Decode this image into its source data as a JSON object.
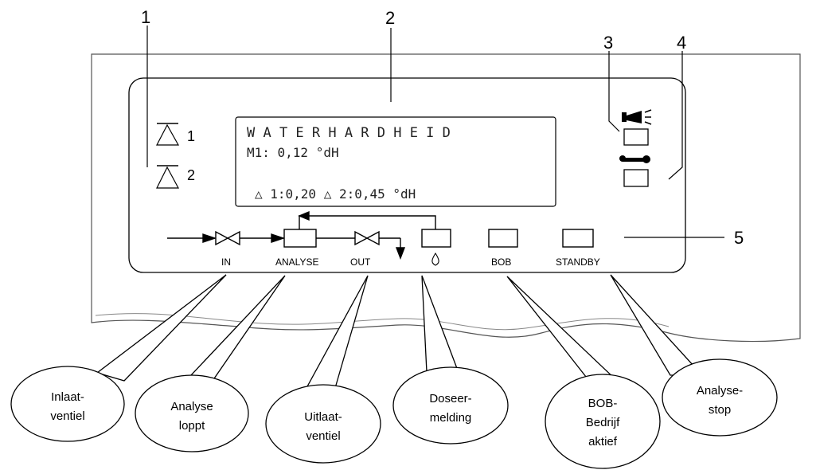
{
  "callouts": {
    "c1": "1",
    "c2": "2",
    "c3": "3",
    "c4": "4",
    "c5": "5"
  },
  "alarms": {
    "a1": "1",
    "a2": "2"
  },
  "display": {
    "line1": "W A T E R H A R D H E I D",
    "line2": "M1: 0,12 °dH",
    "line3": "△ 1:0,20 △ 2:0,45 °dH"
  },
  "leds": {
    "in": "IN",
    "analyse": "ANALYSE",
    "out": "OUT",
    "bob": "BOB",
    "standby": "STANDBY"
  },
  "bubbles": {
    "inlaat": [
      "Inlaat-",
      "ventiel"
    ],
    "analyse": [
      "Analyse",
      "loppt"
    ],
    "uitlaat": [
      "Uitlaat-",
      "ventiel"
    ],
    "doseer": [
      "Doseer-",
      "melding"
    ],
    "bob": [
      "BOB-",
      "Bedrijf",
      "aktief"
    ],
    "stop": [
      "Analyse-",
      "stop"
    ]
  },
  "icons": {
    "alarm_triangle": "triangle-alarm-icon",
    "horn": "horn-icon",
    "wrench": "wrench-icon",
    "valve": "valve-icon",
    "drop": "drop-icon"
  }
}
